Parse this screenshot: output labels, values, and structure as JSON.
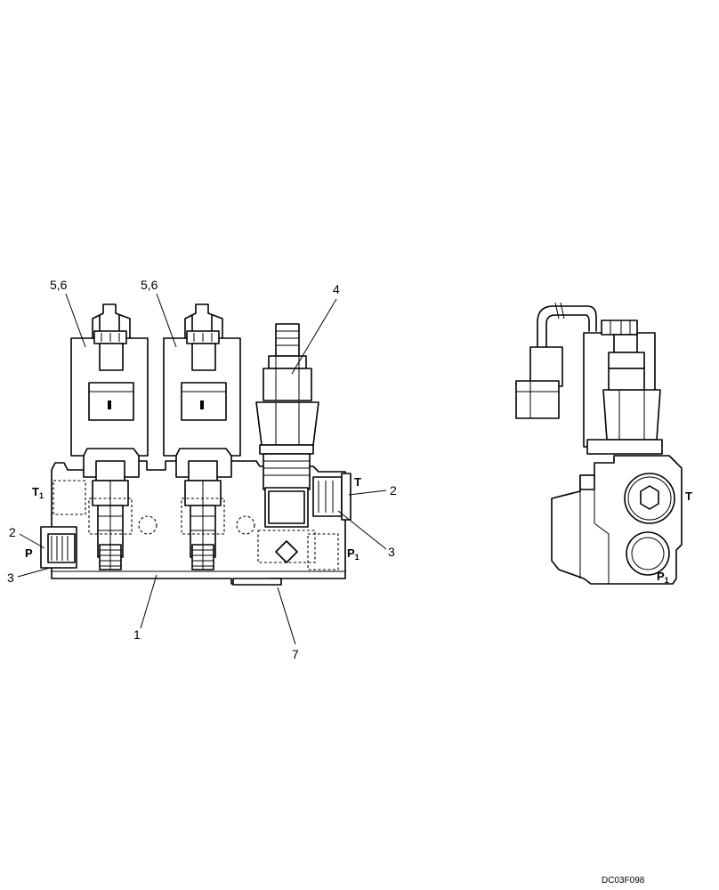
{
  "callouts": {
    "c56a": "5,6",
    "c56b": "5,6",
    "c4": "4",
    "c2right": "2",
    "c3right": "3",
    "c2left": "2",
    "c3left": "3",
    "c1": "1",
    "c7": "7"
  },
  "ports": {
    "front_T1_main": "T",
    "front_T1_sub": "1",
    "front_T": "T",
    "front_P": "P",
    "front_P1_main": "P",
    "front_P1_sub": "1",
    "side_T": "T",
    "side_P1_main": "P",
    "side_P1_sub": "1"
  },
  "drawing_code": "DC03F098"
}
